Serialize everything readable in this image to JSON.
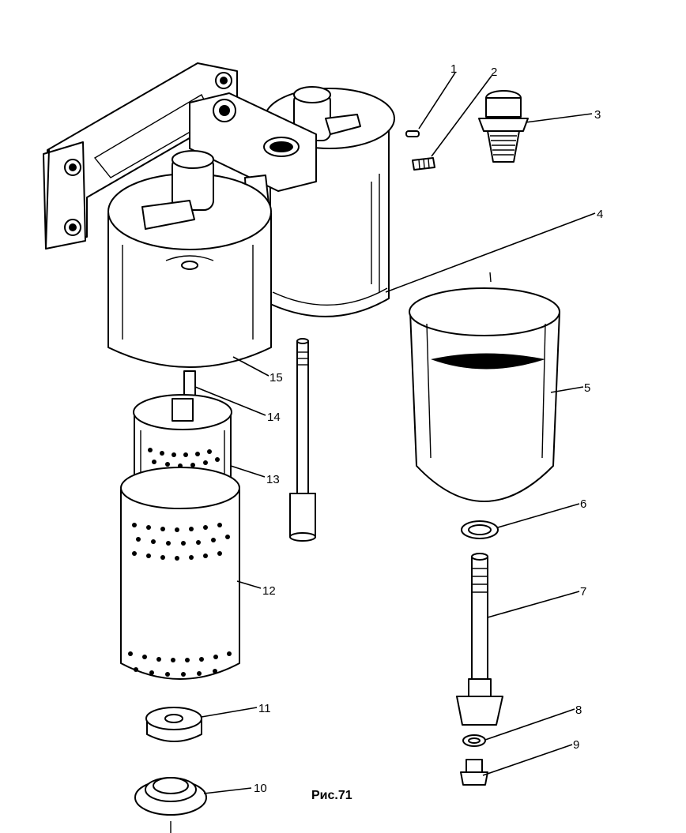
{
  "figure": {
    "caption": "Рис.71",
    "part_numbers": [
      "1",
      "2",
      "3",
      "4",
      "5",
      "6",
      "7",
      "8",
      "9",
      "10",
      "11",
      "12",
      "13",
      "14",
      "15"
    ]
  },
  "colors": {
    "ink": "#000000",
    "paper": "#ffffff"
  }
}
